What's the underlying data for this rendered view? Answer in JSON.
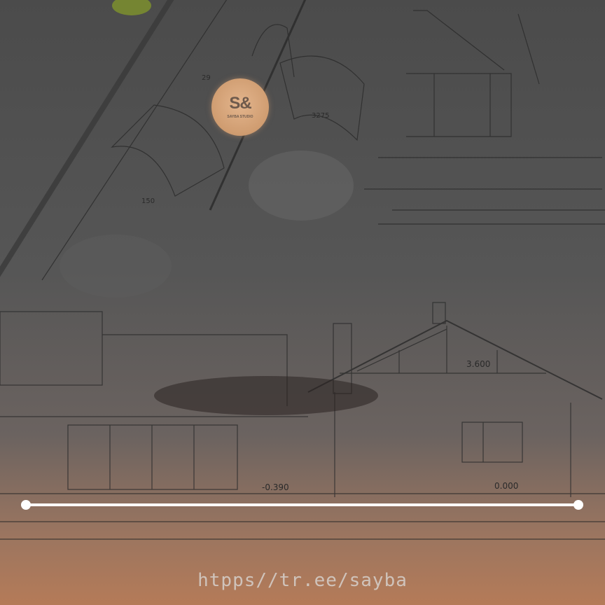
{
  "logo": {
    "mark": "S&",
    "tagline": "SAYBA STUDIO"
  },
  "footer": {
    "url": "htpps//tr.ee/sayba"
  },
  "drawing_labels": {
    "section_level": "3.600",
    "level_left": "-0.390",
    "level_right": "0.000",
    "dim_150": "150",
    "dim_29": "29",
    "dim_3275": "3275"
  },
  "icons": [
    "logo-mark-icon",
    "timeline-start-dot-icon",
    "timeline-end-dot-icon"
  ],
  "colors": {
    "accent": "#b57b58",
    "line": "#ffffff",
    "text": "#d6d1cc"
  }
}
